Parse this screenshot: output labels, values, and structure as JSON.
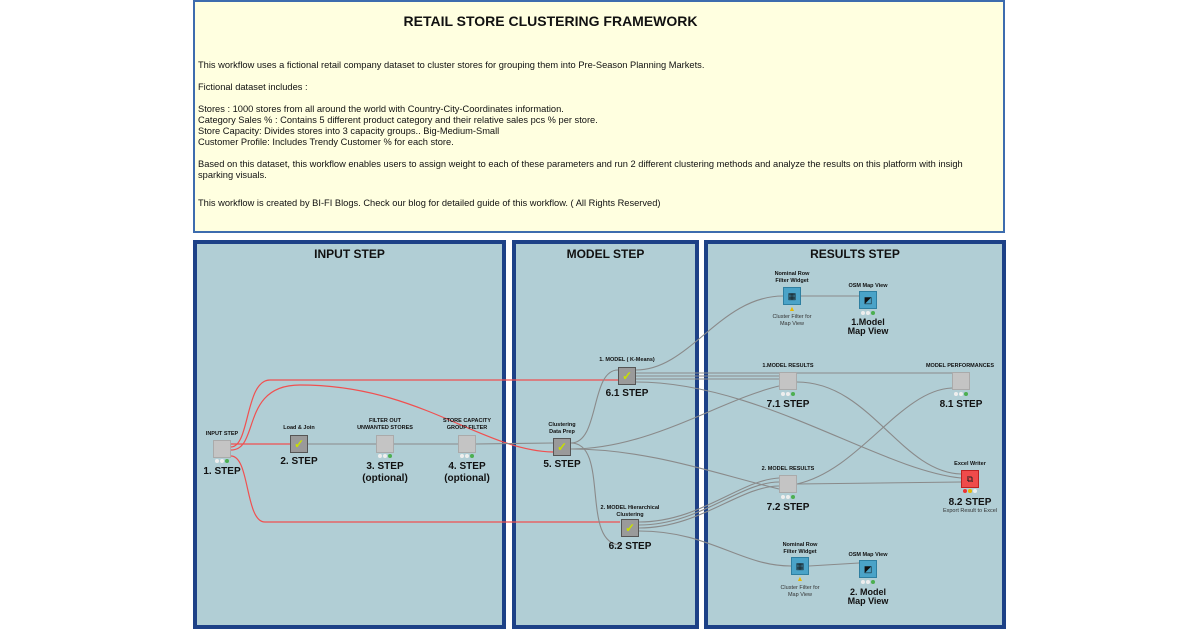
{
  "annotation": {
    "title": "RETAIL STORE CLUSTERING FRAMEWORK",
    "lines": [
      "This workflow uses a fictional retail company dataset to cluster stores for grouping them into Pre-Season Planning Markets.",
      "Fictional dataset includes :",
      "Stores : 1000 stores from all around the world with Country-City-Coordinates information.",
      "Category Sales % : Contains 5 different product category and their relative sales pcs % per store.",
      "Store Capacity: Divides stores into 3 capacity groups.. Big-Medium-Small",
      "Customer Profile: Includes Trendy Customer % for each store.",
      "Based on this dataset, this workflow enables users to assign weight to each of these parameters and run 2 different clustering methods and analyze the results on this platform with insigh",
      "sparking visuals.",
      "This workflow is created by BI-FI Blogs. Check our blog for detailed guide of this workflow. ( All Rights Reserved)"
    ]
  },
  "panels": {
    "input": "INPUT STEP",
    "model": "MODEL STEP",
    "results": "RESULTS STEP"
  },
  "nodes": {
    "input": {
      "label": "INPUT STEP",
      "step": "1. STEP"
    },
    "load": {
      "label": "Load & Join",
      "step": "2. STEP"
    },
    "filter": {
      "label1": "FILTER OUT",
      "label2": "UNWANTED STORES",
      "step": "3. STEP",
      "step2": "(optional)"
    },
    "capacity": {
      "label1": "STORE CAPACITY",
      "label2": "GROUP FILTER",
      "step": "4. STEP",
      "step2": "(optional)"
    },
    "prep": {
      "label1": "Clustering",
      "label2": "Data Prep",
      "step": "5. STEP"
    },
    "kmeans": {
      "label": "1. MODEL ( K-Means)",
      "step": "6.1 STEP"
    },
    "hier": {
      "label1": "2. MODEL Hierarchical",
      "label2": "Clustering",
      "step": "6.2 STEP"
    },
    "nrf1": {
      "label1": "Nominal Row",
      "label2": "Filter Widget",
      "sub1": "Cluster Filter for",
      "sub2": "Map View"
    },
    "osm1": {
      "label": "OSM Map View",
      "step": "1.Model",
      "step2": "Map View"
    },
    "res1": {
      "label": "1.MODEL RESULTS",
      "step": "7.1 STEP"
    },
    "perf": {
      "label": "MODEL PERFORMANCES",
      "step": "8.1 STEP"
    },
    "res2": {
      "label": "2. MODEL RESULTS",
      "step": "7.2 STEP"
    },
    "excel": {
      "label": "Excel Writer",
      "step": "8.2 STEP",
      "sub": "Export Result to Excel"
    },
    "nrf2": {
      "label1": "Nominal Row",
      "label2": "Filter Widget",
      "sub1": "Cluster Filter for",
      "sub2": "Map View"
    },
    "osm2": {
      "label": "OSM Map View",
      "step": "2. Model",
      "step2": "Map View"
    }
  },
  "colors": {
    "canvas": "#b1ced5",
    "panel_border": "#1d4187",
    "annotation_bg": "#ffffe0",
    "flow_variable": "#f05050",
    "data_connection": "#8a8a8a"
  }
}
